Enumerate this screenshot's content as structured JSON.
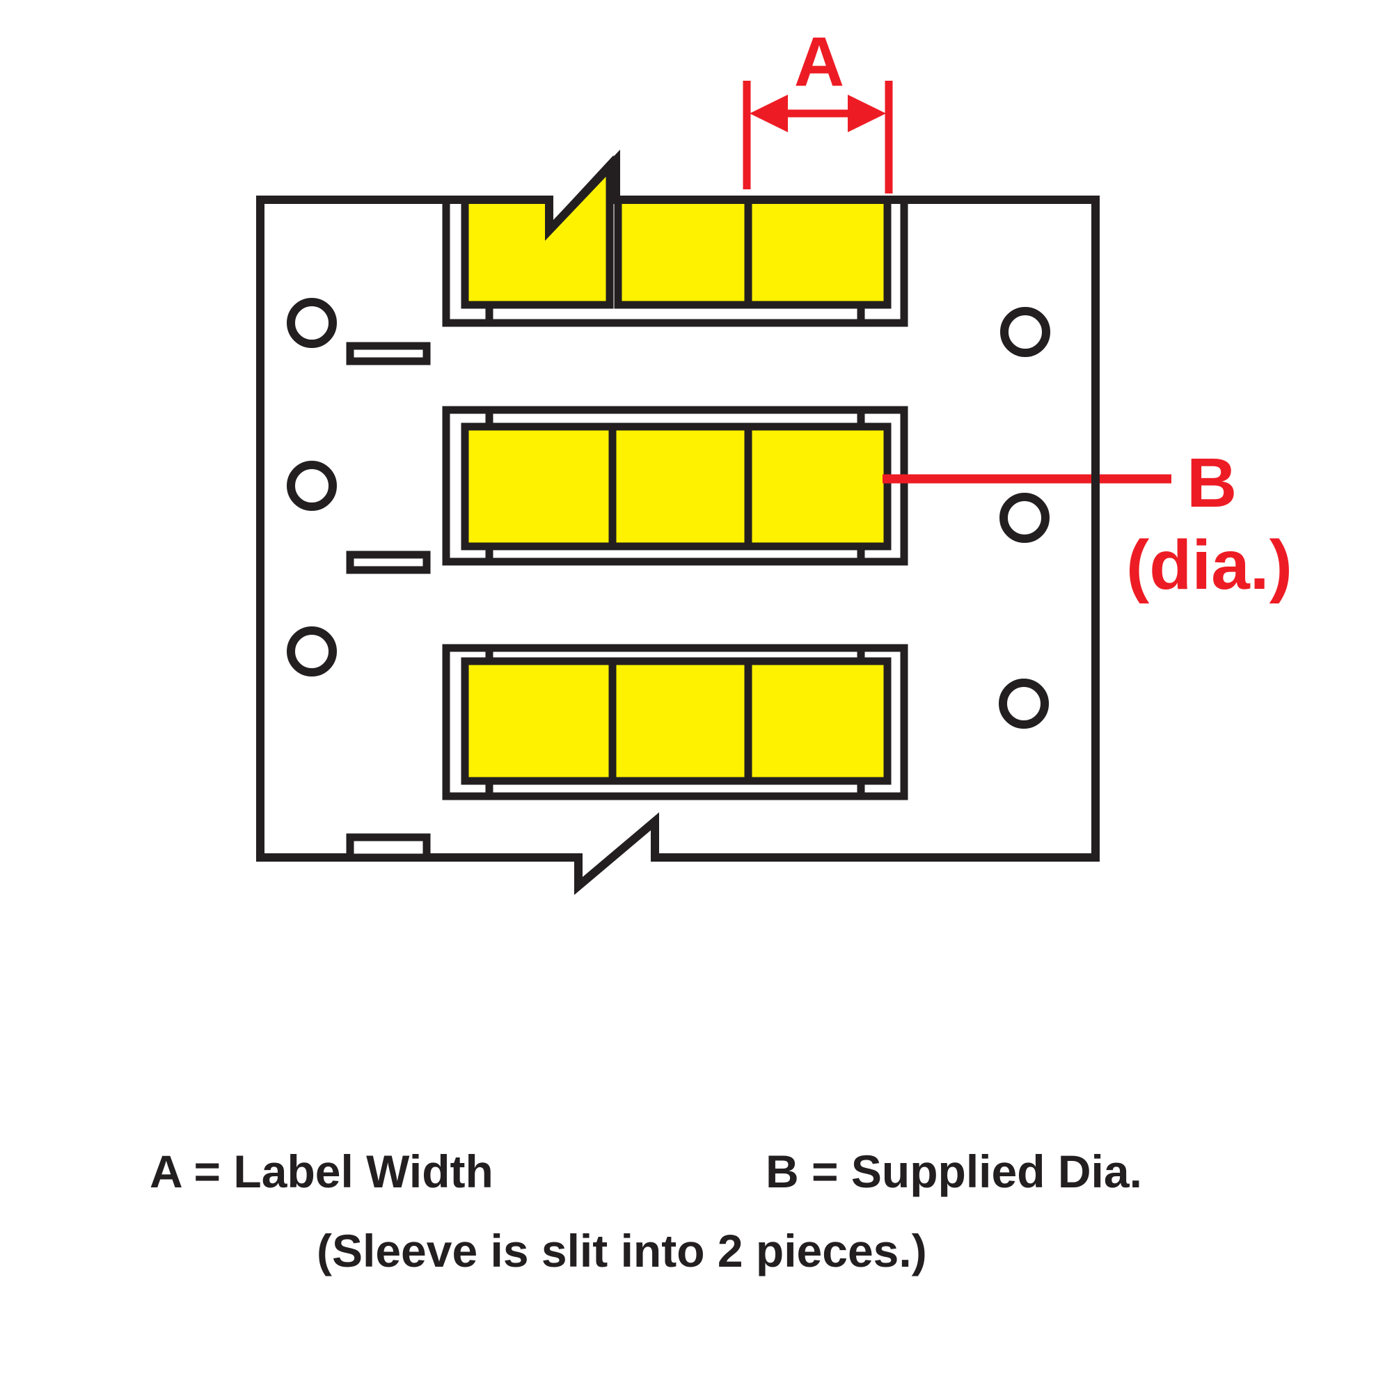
{
  "diagram": {
    "dimension_a": {
      "label": "A",
      "meaning": "Label Width"
    },
    "dimension_b": {
      "label": "B",
      "sub_label": "(dia.)",
      "meaning": "Supplied Dia."
    },
    "legend": {
      "a": "A = Label Width",
      "b": "B = Supplied Dia.",
      "note": "(Sleeve is slit into 2 pieces.)"
    },
    "sleeve_rows": 3,
    "segments_per_row": 3
  },
  "colors": {
    "ink": "#231f20",
    "sleeve": "#fff200",
    "accent": "#ed1c24",
    "bg": "#ffffff"
  }
}
